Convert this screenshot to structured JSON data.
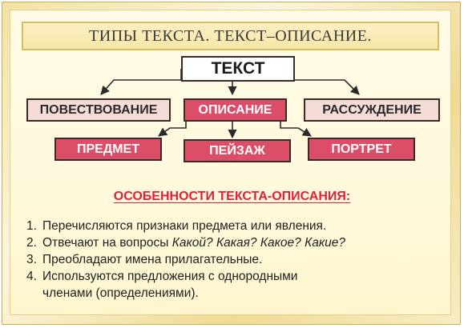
{
  "title": "ТИПЫ ТЕКСТА. ТЕКСТ–ОПИСАНИЕ.",
  "diagram": {
    "root": "ТЕКСТ",
    "types": [
      "ПОВЕСТВОВАНИЕ",
      "ОПИСАНИЕ",
      "РАССУЖДЕНИЕ"
    ],
    "subtypes": [
      "ПРЕДМЕТ",
      "ПЕЙЗАЖ",
      "ПОРТРЕТ"
    ]
  },
  "features": {
    "heading": "ОСОБЕННОСТИ ТЕКСТА-ОПИСАНИЯ:",
    "items": [
      {
        "num": "1.",
        "text": "Перечисляются признаки предмета или явления."
      },
      {
        "num": "2.",
        "text": "Отвечают на вопросы ",
        "italic": "Какой? Какая? Какое? Какие?"
      },
      {
        "num": "3.",
        "text": "Преобладают имена прилагательные."
      },
      {
        "num": "4.",
        "text": "Используются предложения с однородными",
        "text2": "членами (определениями)."
      }
    ]
  },
  "colors": {
    "accent_red": "#dc4d67",
    "light_pink": "#f6dcd6",
    "heading_red": "#e0203a",
    "gold": "#d9bc62"
  }
}
